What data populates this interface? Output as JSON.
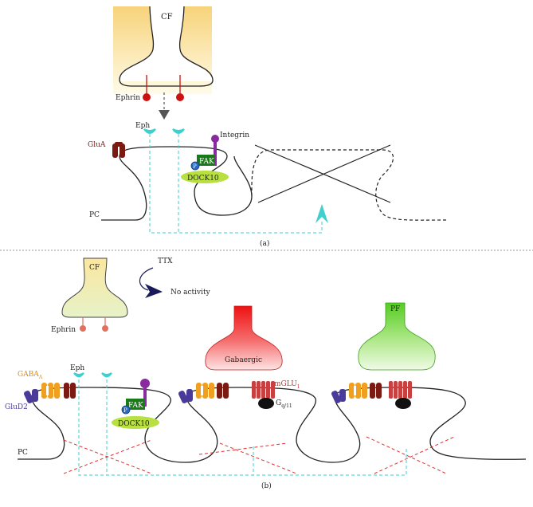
{
  "panel_a": {
    "cf_label": "CF",
    "ephrin_label": "Ephrin",
    "eph_label": "Eph",
    "integrin_label": "Integrin",
    "glua_label": "GluA",
    "fak_label": "FAK",
    "p_label": "P",
    "dock10_label": "DOCK10",
    "pc_label": "PC",
    "caption": "(a)"
  },
  "panel_b": {
    "cf_label": "CF",
    "ttx_label": "TTX",
    "no_activity_label": "No activity",
    "ephrin_label": "Ephrin",
    "eph_label": "Eph",
    "gaba_label": "GABA",
    "gaba_sub": "A",
    "glud2_label": "GluD2",
    "fak_label": "FAK",
    "p_label": "P",
    "dock10_label": "DOCK10",
    "gabaergic_label": "Gabaergic",
    "mglu_label": "mGLU",
    "mglu_sub": "1",
    "gq_label": "G",
    "gq_sub": "q/11",
    "pf_label": "PF",
    "pc_label": "PC",
    "caption": "(b)"
  },
  "colors": {
    "eph": "#3ecfcf",
    "ephrin_a": "#cc1111",
    "ephrin_b": "#e07060",
    "glua": "#7a1a10",
    "gaba": "#f0a020",
    "glud2": "#4a3a9a",
    "fak": "#1a7a1a",
    "dock10": "#b8e040",
    "integrin": "#8a2aa0",
    "gabaergic": "#ee1111",
    "pf": "#55cc22",
    "ttx_arrow": "#1a1a5a"
  }
}
